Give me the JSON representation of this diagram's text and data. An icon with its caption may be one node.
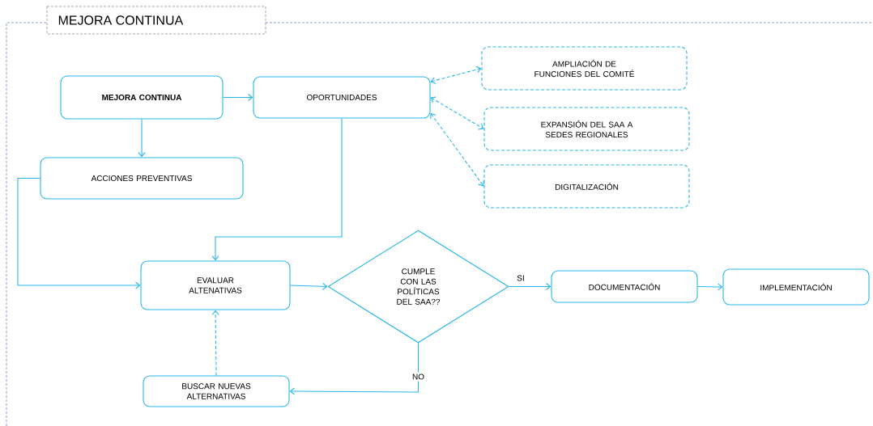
{
  "diagram": {
    "title": "MEJORA CONTINUA",
    "nodes": [
      {
        "text": [
          "MEJORA CONTINUA"
        ]
      },
      {
        "text": [
          "OPORTUNIDADES"
        ]
      },
      {
        "text": [
          "ACCIONES PREVENTIVAS"
        ]
      },
      {
        "text": [
          "AMPLIACIÓN DE FUNCIONES DEL COMITÉ"
        ]
      },
      {
        "text": [
          "EXPANSIÓN DEL SAA A SEDES REGIONALES"
        ]
      },
      {
        "text": [
          "DIGITALIZACIÓN"
        ]
      },
      {
        "text": [
          "EVALUAR ALTENATIVAS"
        ]
      },
      {
        "text": [
          "CUMPLE CON LAS POLÍTICAS DEL SAA??"
        ]
      },
      {
        "text": [
          "DOCUMENTACIÓN"
        ]
      },
      {
        "text": [
          "IMPLEMENTACIÓN"
        ]
      },
      {
        "text": [
          "BUSCAR NUEVAS ALTERNATIVAS"
        ]
      }
    ],
    "edges": [
      {
        "from": 0,
        "to": 1,
        "arrow": "to"
      },
      {
        "from": 0,
        "to": 2,
        "arrow": "to"
      },
      {
        "from": 1,
        "to": 6,
        "arrow": "to"
      },
      {
        "from": 2,
        "to": 6,
        "arrow": "to"
      },
      {
        "from": 1,
        "to": 3,
        "arrow": "both",
        "style": "dashed"
      },
      {
        "from": 1,
        "to": 4,
        "arrow": "both",
        "style": "dashed"
      },
      {
        "from": 1,
        "to": 5,
        "arrow": "both",
        "style": "dashed"
      },
      {
        "from": 6,
        "to": 7,
        "arrow": "to"
      },
      {
        "from": 7,
        "to": 8,
        "arrow": "to",
        "label": "SI"
      },
      {
        "from": 8,
        "to": 9,
        "arrow": "to"
      },
      {
        "from": 7,
        "to": 10,
        "arrow": "to",
        "label": "NO"
      },
      {
        "from": 10,
        "to": 6,
        "arrow": "to",
        "style": "dashed"
      }
    ]
  }
}
